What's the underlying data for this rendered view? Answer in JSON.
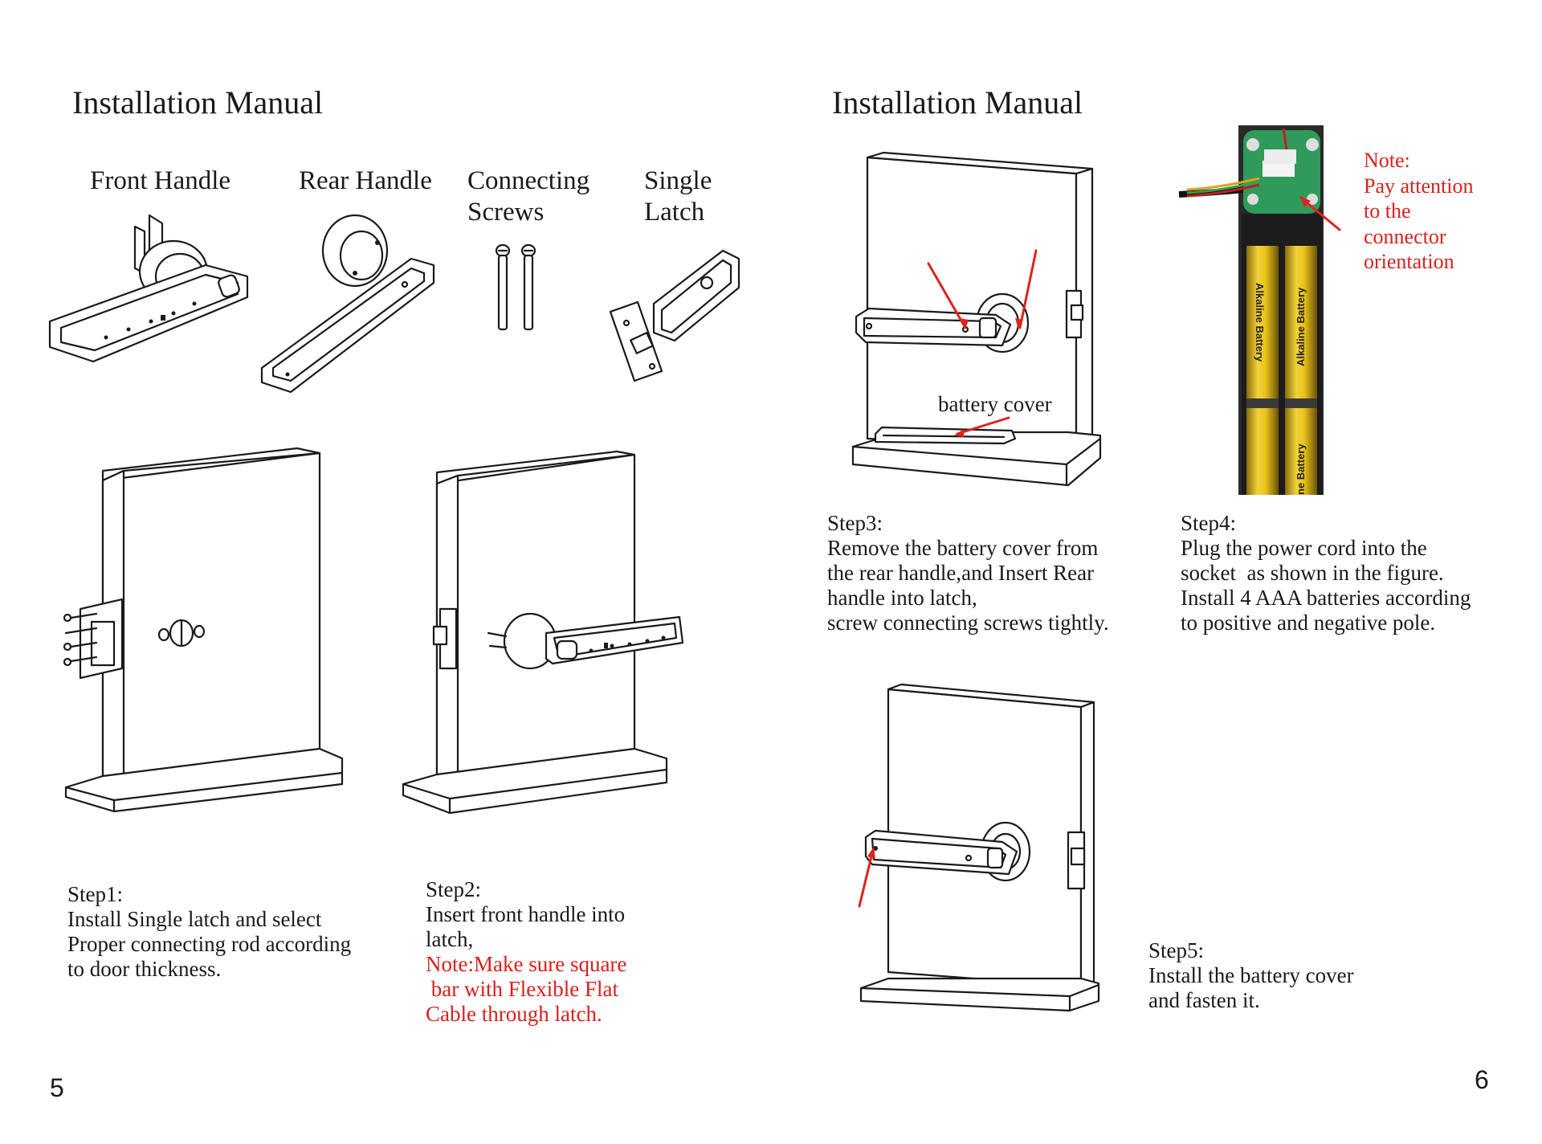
{
  "left_page": {
    "title": "Installation Manual",
    "parts": {
      "front_handle": "Front Handle",
      "rear_handle": "Rear Handle",
      "connecting_screws": [
        "Connecting",
        "Screws"
      ],
      "single_latch": [
        "Single",
        "Latch"
      ]
    },
    "step1": {
      "heading": "Step1:",
      "lines": [
        "Install Single latch and select",
        "Proper connecting rod according",
        "to door thickness."
      ]
    },
    "step2": {
      "heading": "Step2:",
      "lines": [
        "Insert front handle into",
        "latch,"
      ],
      "note_lines": [
        "Note:Make sure square",
        " bar with Flexible Flat",
        "Cable through latch."
      ]
    },
    "page_number": "5"
  },
  "right_page": {
    "title": "Installation Manual",
    "battery_cover_label": "battery cover",
    "battery_photo": {
      "battery_text_1": "Alkaline Battery",
      "battery_text_2": "Alkaline Battery",
      "battery_text_3": "ne Battery"
    },
    "note": {
      "lines": [
        "Note:",
        "Pay attention",
        "to the",
        "connector",
        "orientation"
      ]
    },
    "step3": {
      "heading": "Step3:",
      "lines": [
        "Remove the battery cover from",
        "the rear handle,and Insert Rear",
        "handle into latch,",
        "screw connecting screws tightly."
      ]
    },
    "step4": {
      "heading": "Step4:",
      "lines": [
        "Plug the power cord into the",
        "socket  as shown in the figure.",
        "Install 4 AAA batteries according",
        "to positive and negative pole."
      ]
    },
    "step5": {
      "heading": "Step5:",
      "lines": [
        "Install the battery cover",
        "and fasten it."
      ]
    },
    "page_number": "6"
  },
  "colors": {
    "ink": "#1a1a1a",
    "note_red": "#d9211c",
    "arrow_red": "#e0231b",
    "battery_yellow": "#e8c21a",
    "pcb_green": "#2f9a5a"
  }
}
